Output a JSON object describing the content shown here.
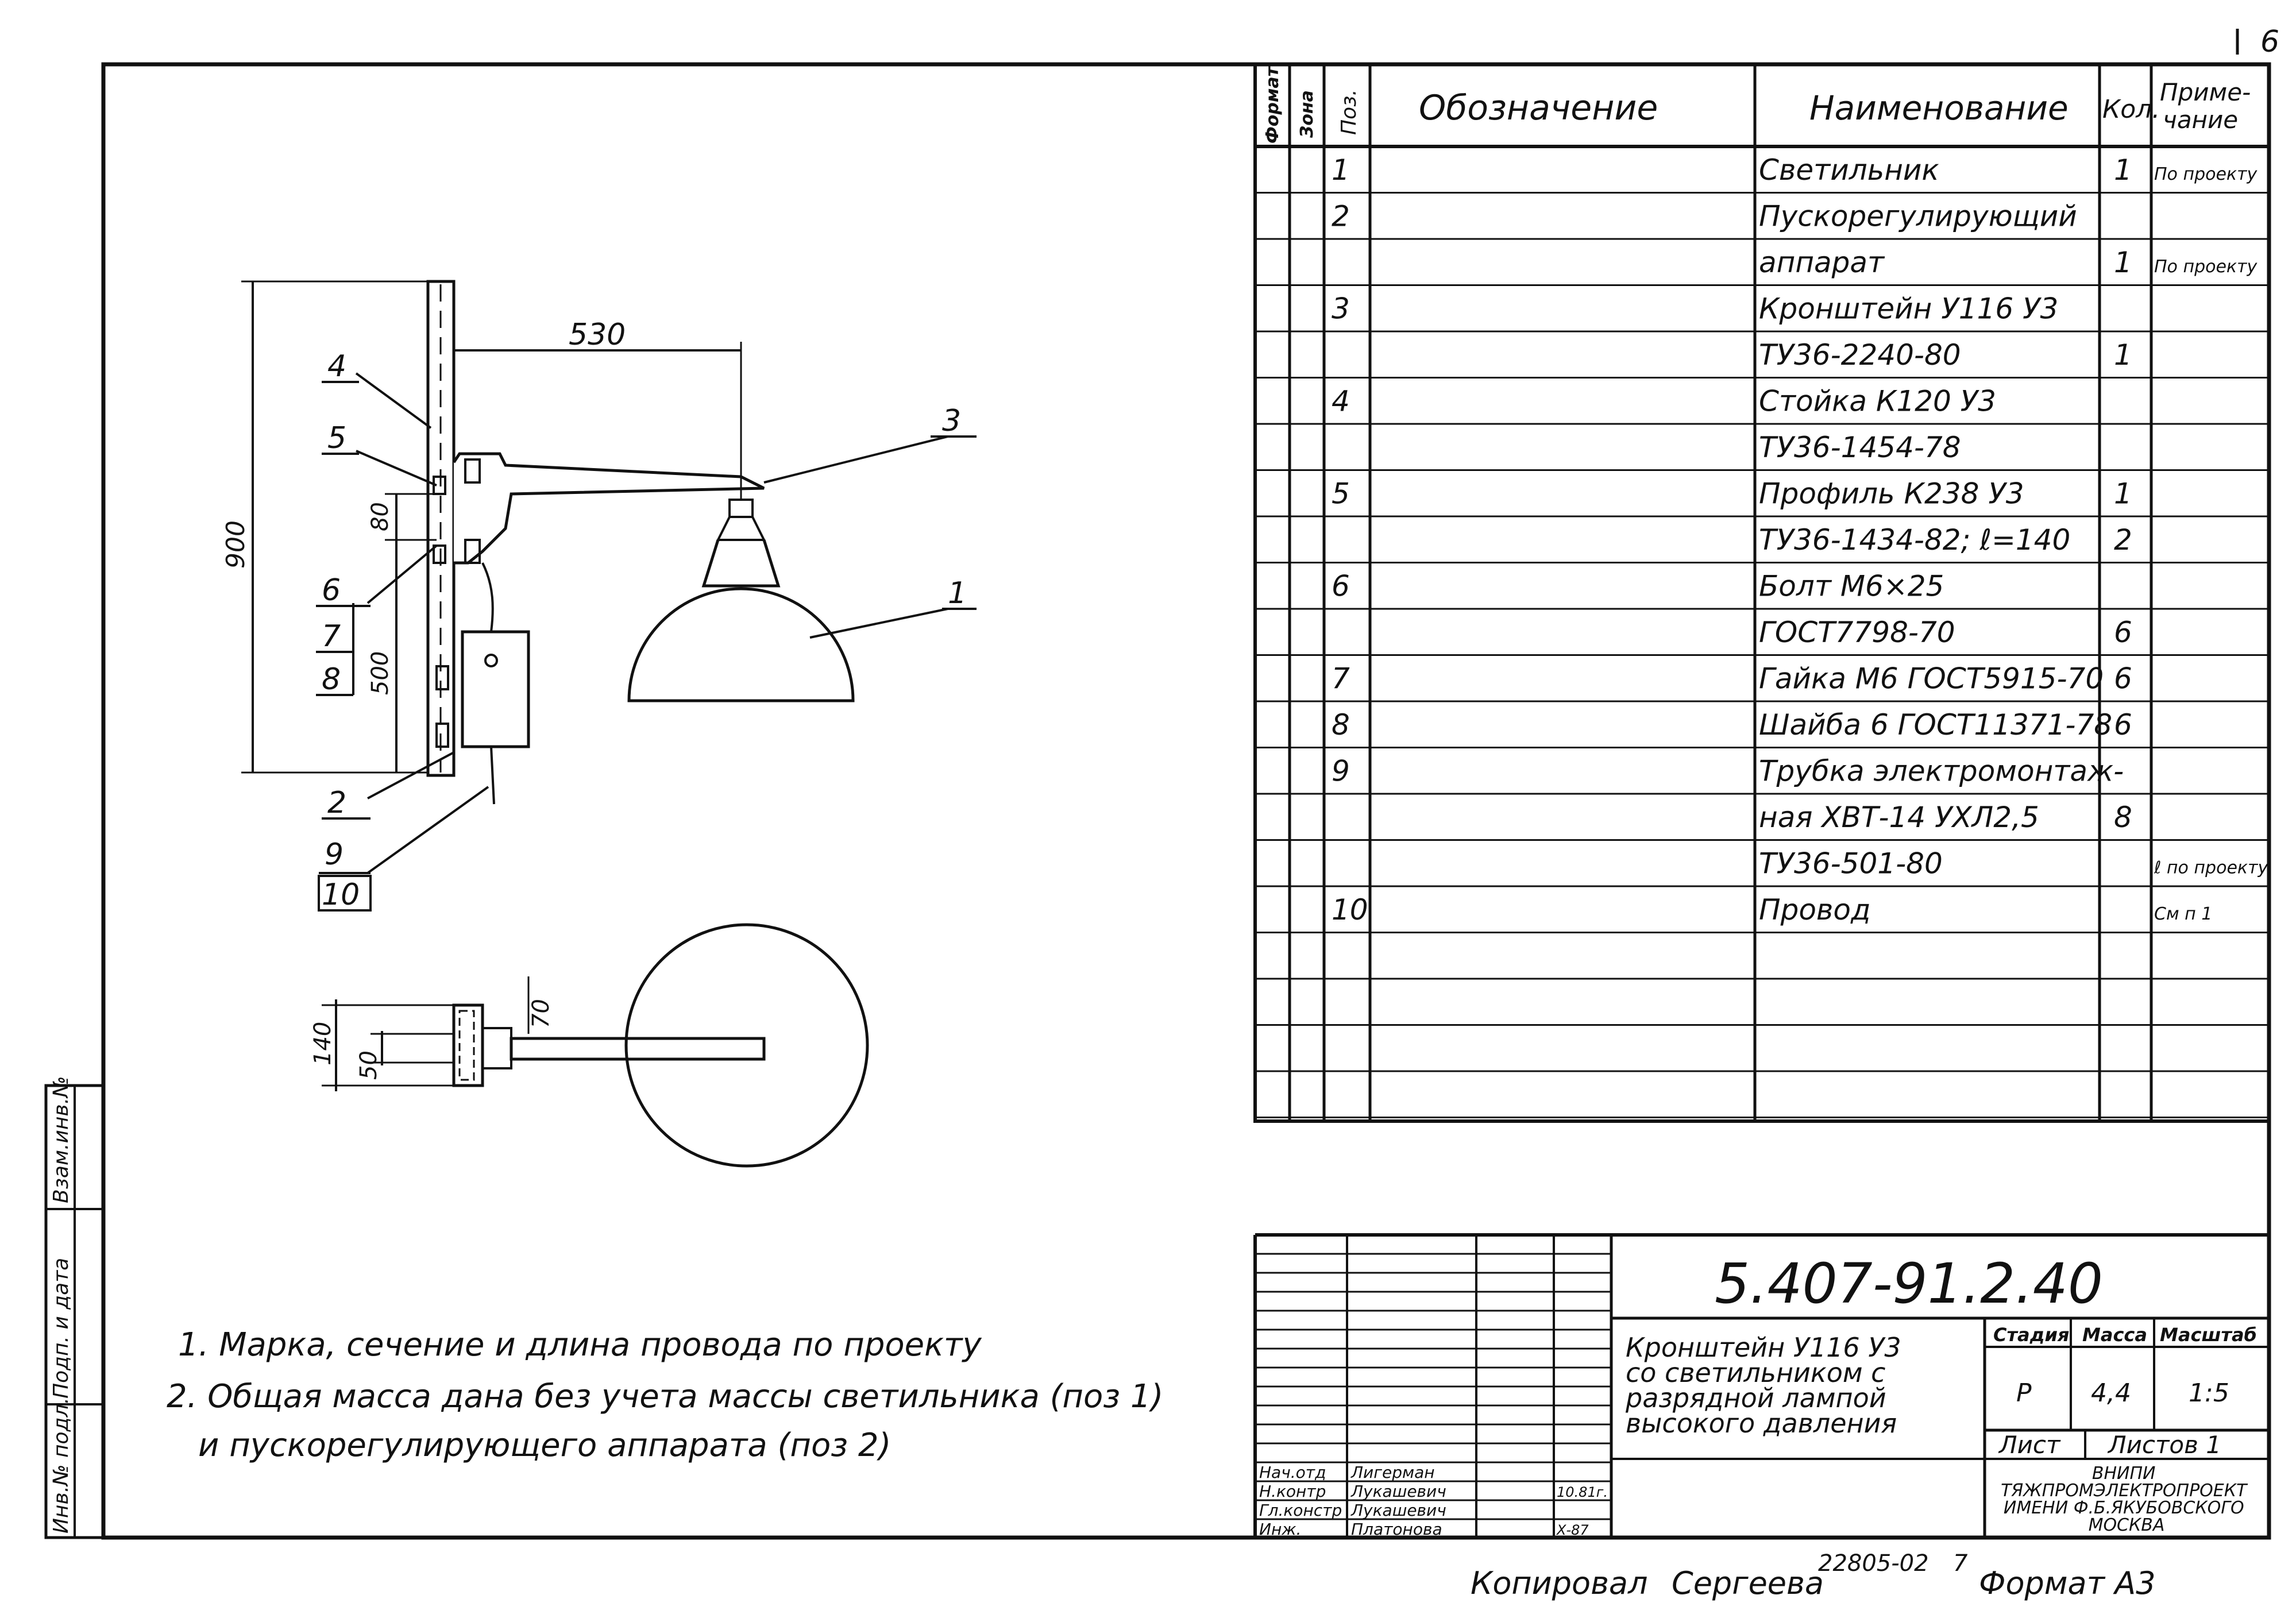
{
  "sheet_number": "6",
  "spec_table": {
    "headers": {
      "format": "Формат",
      "zone": "Зона",
      "pos": "Поз.",
      "designation": "Обозначение",
      "name": "Наименование",
      "qty": "Кол.",
      "note": "Приме- чание"
    },
    "rows": [
      {
        "pos": "1",
        "name": "Светильник",
        "qty": "1",
        "note": "По проекту"
      },
      {
        "pos": "2",
        "name": "Пускорегулирующий",
        "qty": "",
        "note": ""
      },
      {
        "pos": "",
        "name": "аппарат",
        "qty": "1",
        "note": "По проекту"
      },
      {
        "pos": "3",
        "name": "Кронштейн У116 У3",
        "qty": "",
        "note": ""
      },
      {
        "pos": "",
        "name": "ТУ36-2240-80",
        "qty": "1",
        "note": ""
      },
      {
        "pos": "4",
        "name": "Стойка К120 У3",
        "qty": "",
        "note": ""
      },
      {
        "pos": "",
        "name": "ТУ36-1454-78",
        "qty": "",
        "note": ""
      },
      {
        "pos": "5",
        "name": "Профиль К238 У3",
        "qty": "1",
        "note": ""
      },
      {
        "pos": "",
        "name": "ТУ36-1434-82; ℓ=140",
        "qty": "2",
        "note": ""
      },
      {
        "pos": "6",
        "name": "Болт М6×25",
        "qty": "",
        "note": ""
      },
      {
        "pos": "",
        "name": "ГОСТ7798-70",
        "qty": "6",
        "note": ""
      },
      {
        "pos": "7",
        "name": "Гайка М6 ГОСТ5915-70",
        "qty": "6",
        "note": ""
      },
      {
        "pos": "8",
        "name": "Шайба 6 ГОСТ11371-78",
        "qty": "6",
        "note": ""
      },
      {
        "pos": "9",
        "name": "Трубка электромонтаж-",
        "qty": "",
        "note": ""
      },
      {
        "pos": "",
        "name": "ная ХВТ-14 УХЛ2,5",
        "qty": "8",
        "note": ""
      },
      {
        "pos": "",
        "name": "ТУ36-501-80",
        "qty": "",
        "note": "ℓ по проекту"
      },
      {
        "pos": "10",
        "name": "Провод",
        "qty": "",
        "note": "См п 1"
      }
    ]
  },
  "drawing": {
    "dim_530": "530",
    "dim_900": "900",
    "dim_80": "80",
    "dim_500": "500",
    "dim_140": "140",
    "dim_50": "50",
    "dim_70": "70",
    "leaders": [
      "1",
      "2",
      "3",
      "4",
      "5",
      "6",
      "7",
      "8",
      "9",
      "10"
    ]
  },
  "notes": [
    "1. Марка, сечение и длина провода по проекту",
    "2. Общая масса дана без учета массы светильника (поз 1)",
    "и пускорегулирующего аппарата (поз 2)"
  ],
  "title_block": {
    "doc_number": "5.407-91.2.40",
    "title_lines": [
      "Кронштейн У116 У3",
      "со светильником с",
      "разрядной лампой",
      "высокого давления"
    ],
    "stage_label": "Стадия",
    "mass_label": "Масса",
    "scale_label": "Масштаб",
    "stage": "Р",
    "mass": "4,4",
    "scale": "1:5",
    "sheet_label": "Лист",
    "sheets_label": "Листов 1",
    "org_lines": [
      "ВНИПИ",
      "ТЯЖПРОМЭЛЕКТРОПРОЕКТ",
      "ИМЕНИ Ф.Б.ЯКУБОВСКОГО",
      "МОСКВА"
    ],
    "signatures": [
      {
        "role": "Нач.отд",
        "name": "Лигерман",
        "date": ""
      },
      {
        "role": "Н.контр",
        "name": "Лукашевич",
        "date": "10.81г."
      },
      {
        "role": "Гл.констр",
        "name": "Лукашевич",
        "date": ""
      },
      {
        "role": "Инж.",
        "name": "Платонова",
        "date": "Х-87"
      }
    ]
  },
  "side_stamp": [
    "Взам.инв.№",
    "Подп. и дата",
    "Инв.№ подл."
  ],
  "footer": {
    "copied_label": "Копировал",
    "copier": "Сергеева",
    "code": "22805-02",
    "code_suffix": "7",
    "format": "Формат А3"
  }
}
